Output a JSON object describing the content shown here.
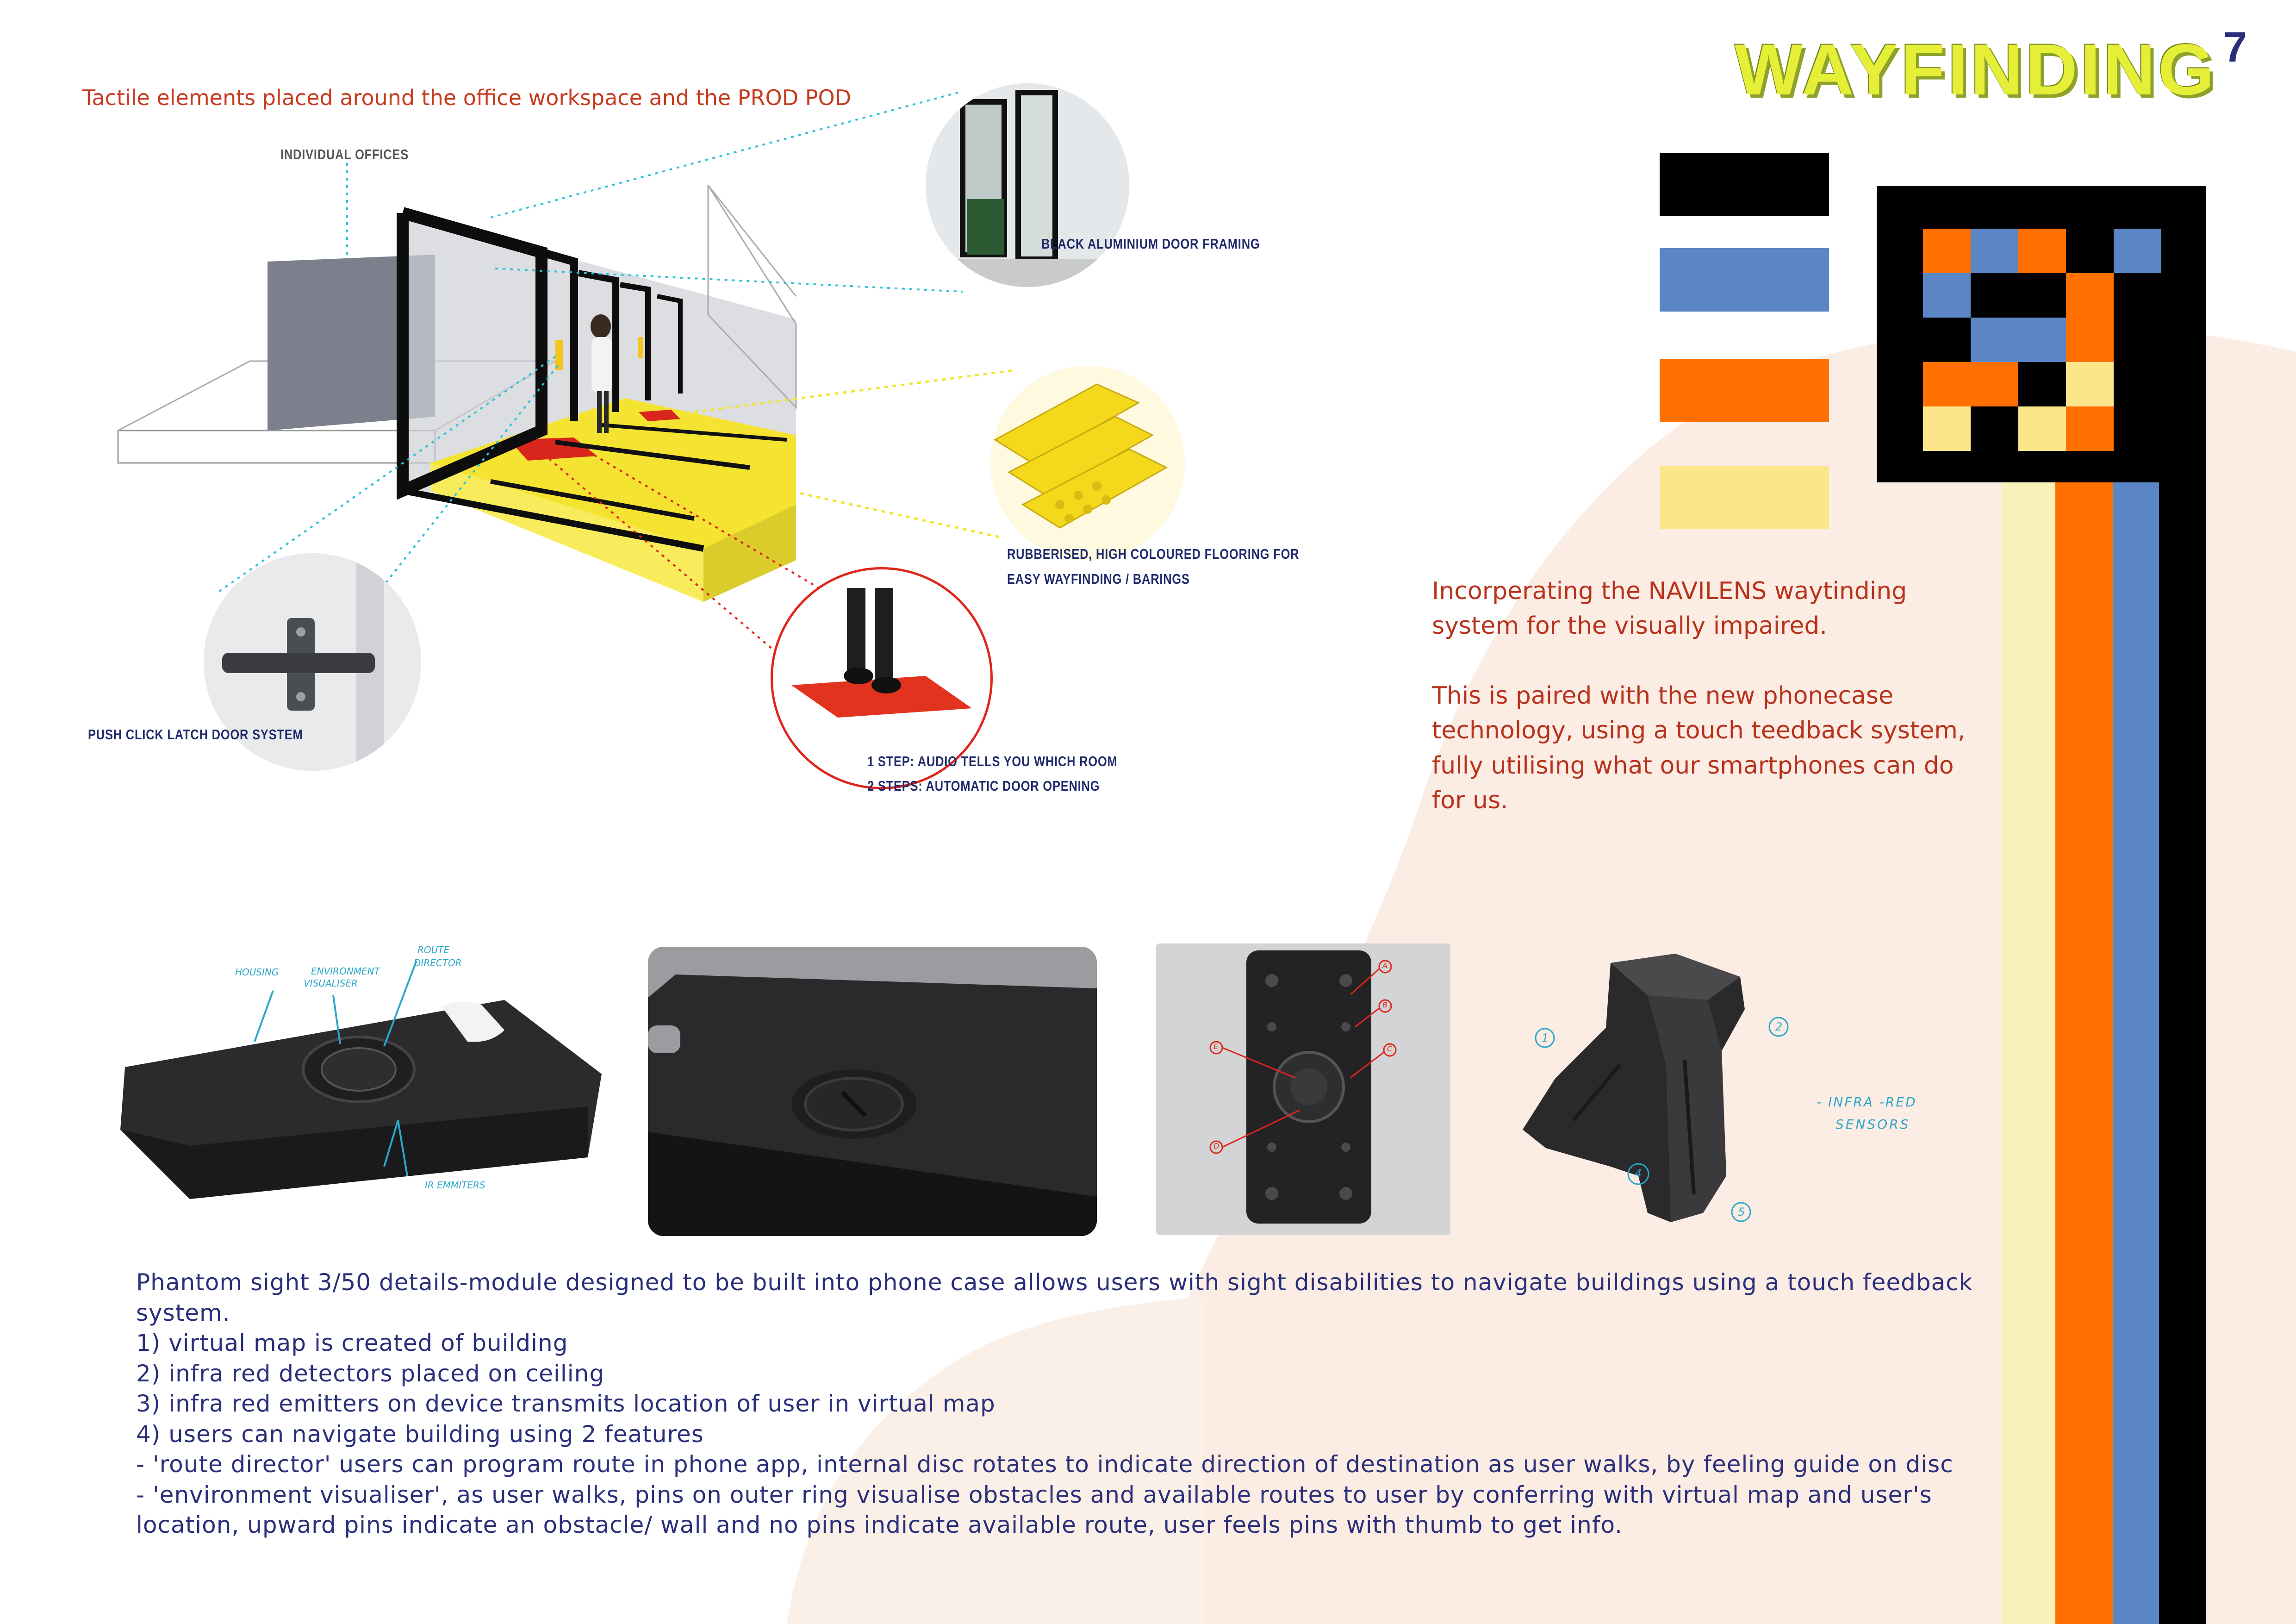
{
  "page": {
    "number": "7",
    "title": "WAYFINDING"
  },
  "intro": "Tactile elements placed around the office workspace and the PROD POD",
  "callouts": {
    "individual_offices": "INDIVIDUAL OFFICES",
    "door_framing": "BLACK ALUMINIUM DOOR FRAMING",
    "flooring_1": "RUBBERISED, HIGH COLOURED FLOORING FOR",
    "flooring_2": "EASY WAYFINDING / BARINGS",
    "latch": "PUSH CLICK LATCH DOOR SYSTEM",
    "steps_1": "1 STEP: AUDIO TELLS YOU WHICH ROOM",
    "steps_2": "2 STEPS: AUTOMATIC DOOR OPENING"
  },
  "navilens": {
    "p1_l1": "Incorperating the NAVILENS waytinding",
    "p1_l2": "system for the visually impaired.",
    "p2_l1": "This is paired with the new phonecase",
    "p2_l2": "technology, using a touch teedback system,",
    "p2_l3": "fully utilising what our smartphones can do",
    "p2_l4": "for us."
  },
  "sketch_labels": {
    "housing": "HOUSING",
    "env_1": "ENVIRONMENT",
    "env_2": "VISUALISER",
    "route_1": "ROUTE",
    "route_2": "DIRECTOR",
    "emitters": "IR EMMITERS",
    "sensors_1": "- INFRA -RED",
    "sensors_2": "SENSORS",
    "n1": "1",
    "n2": "2",
    "n4": "4",
    "n5": "5",
    "a": "A",
    "b": "B",
    "c": "C",
    "d": "D",
    "e": "E"
  },
  "description": {
    "l1": "Phantom sight 3/50 details-module designed to be built into phone case allows users with sight disabilities to navigate buildings using a touch feedback",
    "l2": "system.",
    "l3": "1) virtual map is created of building",
    "l4": "2) infra red detectors placed on ceiling",
    "l5": "3) infra red emitters on device transmits location of user in virtual map",
    "l6": "4) users can navigate building using 2 features",
    "l7": "- 'route director' users can program route in phone app, internal disc rotates to indicate direction of destination as user walks, by feeling guide on disc",
    "l8": "- 'environment visualiser', as user walks, pins on outer ring visualise obstacles and available routes to user by conferring with virtual map and user's",
    "l9": "location, upward pins indicate an obstacle/ wall and no pins indicate available route, user feels pins with thumb to get info."
  },
  "palette": {
    "black": "#000000",
    "blue": "#5b86c5",
    "orange": "#ff7000",
    "yellow": "#fbe68a",
    "cream": "#f8f1b8",
    "title_yellow": "#e6ef38",
    "title_green": "#8ea12a",
    "ink_blue": "#2a2f7a",
    "ink_red": "#b8321c"
  },
  "icons": [
    "navilens-code",
    "phone-case",
    "ir-sensor-module",
    "door-latch",
    "floor-mat"
  ]
}
